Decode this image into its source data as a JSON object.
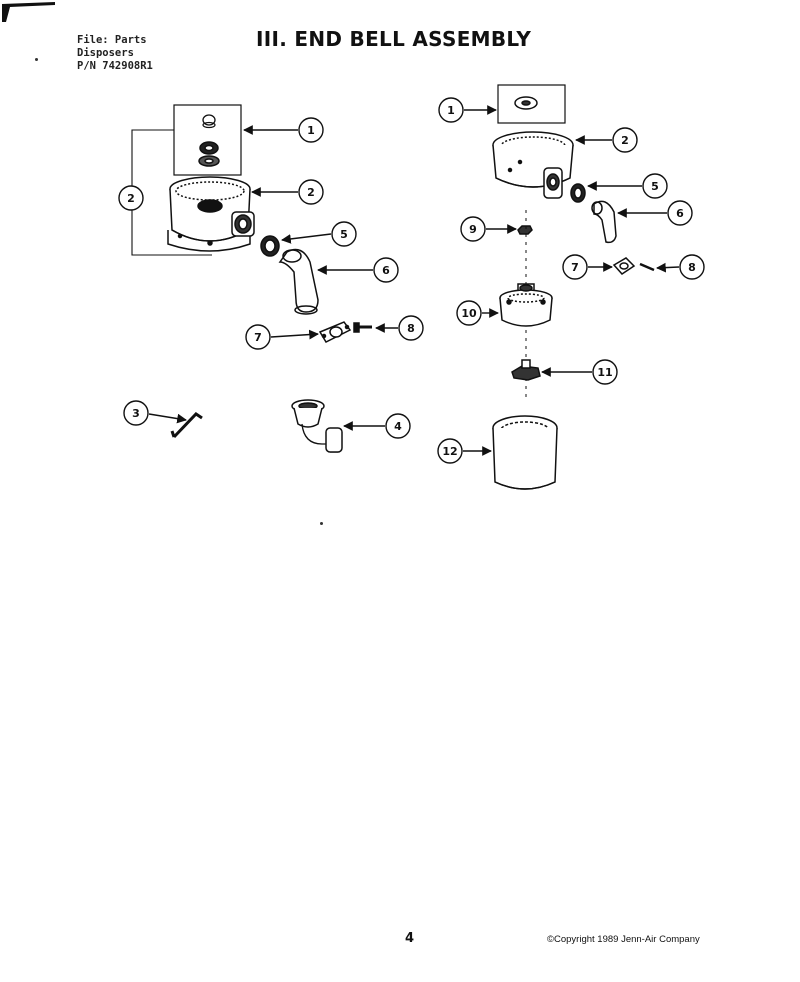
{
  "header": {
    "file_line": "File: Parts",
    "category_line": "Disposers",
    "part_number_line": "P/N 742908R1",
    "title": "III. END BELL ASSEMBLY"
  },
  "diagram": {
    "left_assembly_callouts": [
      "1",
      "2",
      "2",
      "5",
      "6",
      "7",
      "8"
    ],
    "loose_part_callouts": [
      "3",
      "4"
    ],
    "right_assembly_callouts": [
      "1",
      "2",
      "5",
      "6",
      "9",
      "7",
      "8",
      "10",
      "11",
      "12"
    ]
  },
  "footer": {
    "page_number": "4",
    "copyright": "©Copyright 1989 Jenn-Air Company"
  }
}
